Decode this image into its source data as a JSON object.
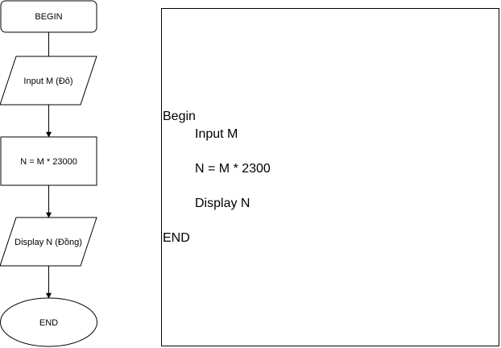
{
  "flowchart": {
    "begin": "BEGIN",
    "input": "Input M (Đô)",
    "process": "N = M * 23000",
    "output": "Display N (Đồng)",
    "end": "END"
  },
  "pseudocode": {
    "begin": "Begin",
    "input": "Input M",
    "process": "N = M * 2300",
    "display": "Display N",
    "end": "END"
  }
}
